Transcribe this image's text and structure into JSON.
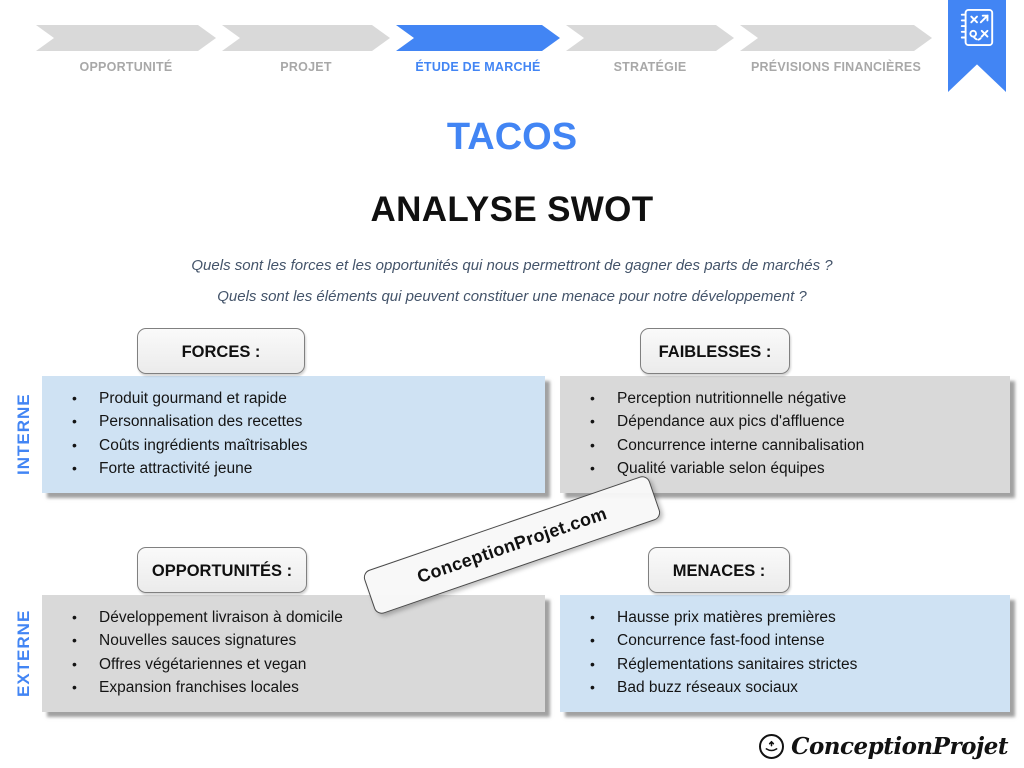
{
  "nav": {
    "steps": [
      {
        "label": "OPPORTUNITÉ",
        "active": false
      },
      {
        "label": "PROJET",
        "active": false
      },
      {
        "label": "ÉTUDE DE MARCHÉ",
        "active": true
      },
      {
        "label": "STRATÉGIE",
        "active": false
      },
      {
        "label": "PRÉVISIONS FINANCIÈRES",
        "active": false
      }
    ],
    "bookmark_icon": "strategy-playbook-icon"
  },
  "titles": {
    "project": "TACOS",
    "slide": "ANALYSE SWOT"
  },
  "questions": [
    "Quels sont les forces et les opportunités qui nous permettront de gagner des parts de marchés ?",
    "Quels sont les éléments qui peuvent constituer une menace pour notre développement ?"
  ],
  "axis": {
    "internal": "INTERNE",
    "external": "EXTERNE"
  },
  "quadrants": {
    "forces": {
      "title": "FORCES :",
      "items": [
        "Produit gourmand et rapide",
        "Personnalisation des recettes",
        "Coûts ingrédients maîtrisables",
        "Forte attractivité jeune"
      ]
    },
    "faiblesses": {
      "title": "FAIBLESSES :",
      "items": [
        "Perception nutritionnelle négative",
        "Dépendance aux pics d'affluence",
        "Concurrence interne cannibalisation",
        "Qualité variable selon équipes"
      ]
    },
    "opportunites": {
      "title": "OPPORTUNITÉS :",
      "items": [
        "Développement livraison à domicile",
        "Nouvelles sauces signatures",
        "Offres végétariennes et vegan",
        "Expansion franchises locales"
      ]
    },
    "menaces": {
      "title": "MENACES :",
      "items": [
        "Hausse prix matières premières",
        "Concurrence fast-food intense",
        "Réglementations sanitaires strictes",
        "Bad buzz réseaux sociaux"
      ]
    }
  },
  "watermark": "ConceptionProjet.com",
  "footer": {
    "logo_text": "ConceptionProjet",
    "logo_icon": "hand-presenting-icon"
  },
  "colors": {
    "accent_blue": "#4285F4",
    "panel_blue": "#cfe2f3",
    "panel_grey": "#d9d9d9",
    "nav_grey": "#d9d9d9",
    "nav_label_grey": "#a8a8a8",
    "question_text": "#44546A"
  }
}
